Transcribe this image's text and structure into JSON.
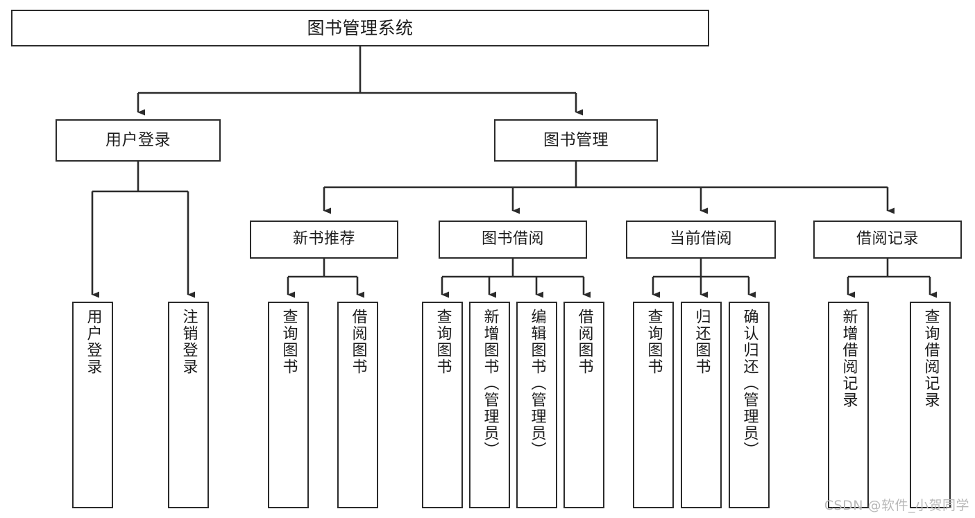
{
  "diagram": {
    "title_node": {
      "id": "root",
      "label": "图书管理系统"
    },
    "level2": [
      {
        "id": "user-login",
        "label": "用户登录"
      },
      {
        "id": "book-management",
        "label": "图书管理"
      }
    ],
    "level3": [
      {
        "id": "new-book-recommend",
        "label": "新书推荐"
      },
      {
        "id": "book-borrow",
        "label": "图书借阅"
      },
      {
        "id": "current-borrow",
        "label": "当前借阅"
      },
      {
        "id": "borrow-record",
        "label": "借阅记录"
      }
    ],
    "leaves": [
      {
        "id": "leaf-user-login",
        "label": "用户登录",
        "parent": "user-login"
      },
      {
        "id": "leaf-logout-login",
        "label": "注销登录",
        "parent": "user-login"
      },
      {
        "id": "leaf-query-book-1",
        "label": "查询图书",
        "parent": "new-book-recommend"
      },
      {
        "id": "leaf-borrow-book-1",
        "label": "借阅图书",
        "parent": "new-book-recommend"
      },
      {
        "id": "leaf-query-book-2",
        "label": "查询图书",
        "parent": "book-borrow"
      },
      {
        "id": "leaf-add-book-admin",
        "label": "新增图书（管理员）",
        "parent": "book-borrow"
      },
      {
        "id": "leaf-edit-book-admin",
        "label": "编辑图书（管理员）",
        "parent": "book-borrow"
      },
      {
        "id": "leaf-borrow-book-2",
        "label": "借阅图书",
        "parent": "book-borrow"
      },
      {
        "id": "leaf-query-book-3",
        "label": "查询图书",
        "parent": "current-borrow"
      },
      {
        "id": "leaf-return-book",
        "label": "归还图书",
        "parent": "current-borrow"
      },
      {
        "id": "leaf-confirm-return-admin",
        "label": "确认归还（管理员）",
        "parent": "current-borrow"
      },
      {
        "id": "leaf-add-borrow-record",
        "label": "新增借阅记录",
        "parent": "borrow-record"
      },
      {
        "id": "leaf-query-borrow-record",
        "label": "查询借阅记录",
        "parent": "borrow-record"
      }
    ],
    "colors": {
      "stroke": "#2b2b2b",
      "fill": "#ffffff",
      "text": "#1c1c1c",
      "watermark": "#b9b9b9"
    }
  },
  "watermark": {
    "text": "CSDN @软件_小贺同学"
  }
}
